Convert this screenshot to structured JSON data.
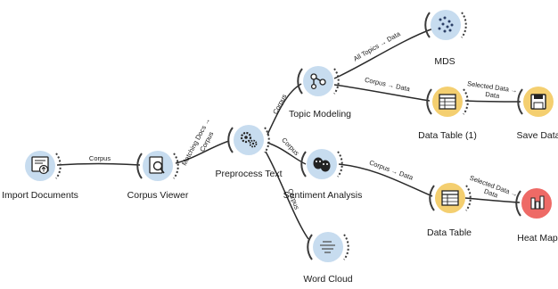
{
  "nodes": {
    "import_documents": {
      "label": "Import Documents",
      "color": "#c7dcef",
      "icon": "document-import-icon"
    },
    "corpus_viewer": {
      "label": "Corpus Viewer",
      "color": "#c7dcef",
      "icon": "corpus-viewer-icon"
    },
    "preprocess_text": {
      "label": "Preprocess Text",
      "color": "#c7dcef",
      "icon": "gears-icon"
    },
    "topic_modeling": {
      "label": "Topic Modeling",
      "color": "#c7dcef",
      "icon": "topic-graph-icon"
    },
    "mds": {
      "label": "MDS",
      "color": "#c7dcef",
      "icon": "scatter-points-icon"
    },
    "data_table_1": {
      "label": "Data Table (1)",
      "color": "#f4cf70",
      "icon": "table-icon"
    },
    "save_data": {
      "label": "Save Data",
      "color": "#f4cf70",
      "icon": "floppy-disk-icon"
    },
    "sentiment_analysis": {
      "label": "Sentiment Analysis",
      "color": "#c7dcef",
      "icon": "theater-masks-icon"
    },
    "data_table": {
      "label": "Data Table",
      "color": "#f4cf70",
      "icon": "table-icon"
    },
    "heat_map": {
      "label": "Heat Map",
      "color": "#ee6a66",
      "icon": "heat-map-icon"
    },
    "word_cloud": {
      "label": "Word Cloud",
      "color": "#c7dcef",
      "icon": "word-cloud-icon"
    }
  },
  "edges": {
    "import_to_viewer": "Corpus",
    "viewer_to_preprocess_top": "Matching Docs →",
    "viewer_to_preprocess_bottom": "Corpus",
    "preprocess_to_topic": "Corpus",
    "preprocess_to_sentiment": "Corpus",
    "preprocess_to_wordcloud": "Corpus",
    "topic_to_mds": "All Topics → Data",
    "topic_to_datatable1": "Corpus → Data",
    "datatable1_to_save_top": "Selected Data →",
    "datatable1_to_save_bottom": "Data",
    "sentiment_to_datatable": "Corpus → Data",
    "datatable_to_heatmap_top": "Selected Data →",
    "datatable_to_heatmap_bottom": "Data"
  }
}
